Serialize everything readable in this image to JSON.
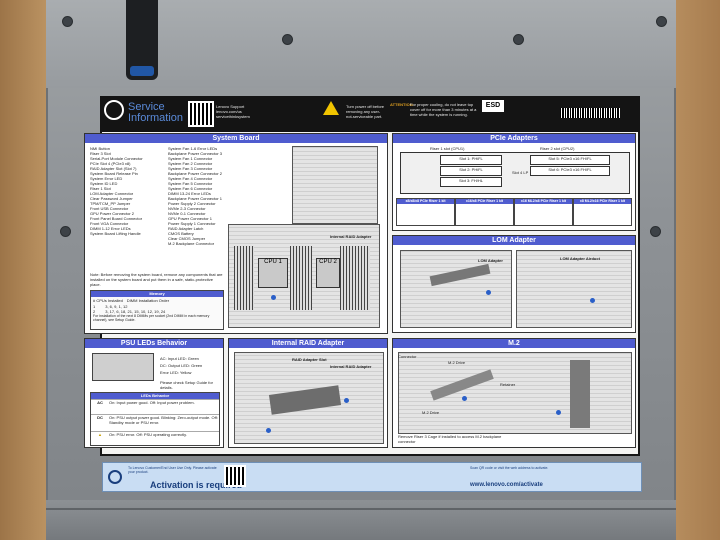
{
  "label": {
    "service_title": "Service Information",
    "qr_caption": "Lenovo Support lenovo.com/us servicethinksystem",
    "warning_text": "Turn power off before removing any user-not-serviceable part.",
    "attention_label": "ATTENTION:",
    "attention_text": "For proper cooling, do not leave top cover off for more than 3 minutes at a time while the system is running.",
    "esd_badge": "ESD"
  },
  "panels": {
    "system_board": {
      "title": "System Board",
      "legend_left": [
        "NMI Button",
        "Riser 3 Slot",
        "Serial-Port Module Connector",
        "PCIe Slot 4 (PCIe3 x8)",
        "RAID Adapter Slot (Slot 7)",
        "System Board Release Pin",
        "System Error LED",
        "System ID LED",
        "Riser 1 Slot",
        "LOM Adapter Connector",
        "Clear Password Jumper",
        "TPM/TCM_PP Jumper",
        "Front USB Connector",
        "GPU Power Connector 2",
        "Front Panel Board Connector",
        "Front VGA Connector",
        "DIMM 1-12 Error LEDs",
        "System Board Lifting Handle"
      ],
      "legend_right": [
        "System Fan 1-6 Error LEDs",
        "Backplane Power Connector 3",
        "System Fan 1 Connector",
        "System Fan 2 Connector",
        "System Fan 3 Connector",
        "Backplane Power Connector 2",
        "System Fan 4 Connector",
        "System Fan 5 Connector",
        "System Fan 6 Connector",
        "DIMM 13-24 Error LEDs",
        "Backplane Power Connector 1",
        "Power Supply 2 Connector",
        "NVMe 2-3 Connector",
        "NVMe 0-1 Connector",
        "GPU Power Connector 1",
        "Power Supply 1 Connector",
        "RAID Adapter Latch",
        "CMOS Battery",
        "Clear CMOS Jumper",
        "M.2 Backplane Connector"
      ],
      "callout_raid": "Internal RAID Adapter",
      "cpu1": "CPU 1",
      "cpu2": "CPU 2",
      "note": "Note: Before removing the system board, remove any components that are installed on the system board and put them in a safe, static-protective place.",
      "memory_title": "Memory",
      "memory_header": [
        "# CPUs Installed",
        "DIMM Installation Order"
      ],
      "memory_rows": [
        [
          "1",
          "3, 6, 9, 1, 12"
        ],
        [
          "2",
          "3, 17, 6, 18, 21, 15, 10, 12, 19, 24"
        ]
      ],
      "memory_footnote": "For installation of the next 8 DIMMs per socket (2nd DIMM in each memory channel), see Setup Guide."
    },
    "pcie": {
      "title": "PCIe Adapters",
      "riser1": "Riser 1 slot (CPU1)",
      "riser2": "Riser 2 slot (CPU2)",
      "slots_left": [
        "Slot 1: PHiFL",
        "Slot 2: PHiFL",
        "Slot 3: FH/HL"
      ],
      "slots_right": [
        "Slot 5: PCIe3 x16 FH/FL",
        "Slot 6: PCIe3 x16 FH/FL"
      ],
      "slot4": "Slot 4 LP",
      "cols": [
        "x8/x8/x8 PCIe Riser 1 kit",
        "x16/x8 PCIe Riser 1 kit",
        "x16 ML2/x8 PCIe Riser 1 kit",
        "x8 ML2/x16 PCIe Riser 1 kit"
      ]
    },
    "lom": {
      "title": "LOM Adapter",
      "callout1": "LOM Adapter",
      "callout2": "LOM Adapter Airduct"
    },
    "psu": {
      "title": "PSU LEDs Behavior",
      "ac_text": "AC: Input LED: Green",
      "dc_text": "DC: Output LED: Green",
      "error_text": "Error LED: Yellow",
      "setup_guide": "Please check Setup Guide for details.",
      "legend_title": "LEDs Behavior",
      "rows": [
        [
          "AC",
          "On: Input power good. Off: Input power problem."
        ],
        [
          "DC",
          "On: PSU output power good. Blinking: Zero-output mode. Off: Standby mode or PSU error."
        ],
        [
          "",
          "On: PSU error. Off: PSU operating correctly."
        ]
      ]
    },
    "raid": {
      "title": "Internal RAID Adapter",
      "callout1": "RAID Adapter Slot",
      "callout2": "Internal RAID Adapter"
    },
    "m2": {
      "title": "M.2",
      "connector": "Connector",
      "drive": "M.2 Drive",
      "retainer": "Retainer",
      "footnote": "Remove Riser 3 Cage if installed to access M.2 backplane connector"
    }
  },
  "activation": {
    "title": "Activation is required",
    "url": "www.lenovo.com/activate",
    "small_left": "To Lenovo Customer/End User Use Only. Please activate your product.",
    "small_right": "Scan QR code or visit the web address to activate."
  },
  "colors": {
    "accent": "#4f5ccf",
    "activation_bg": "#c9ddf3",
    "warning": "#f1c400"
  }
}
